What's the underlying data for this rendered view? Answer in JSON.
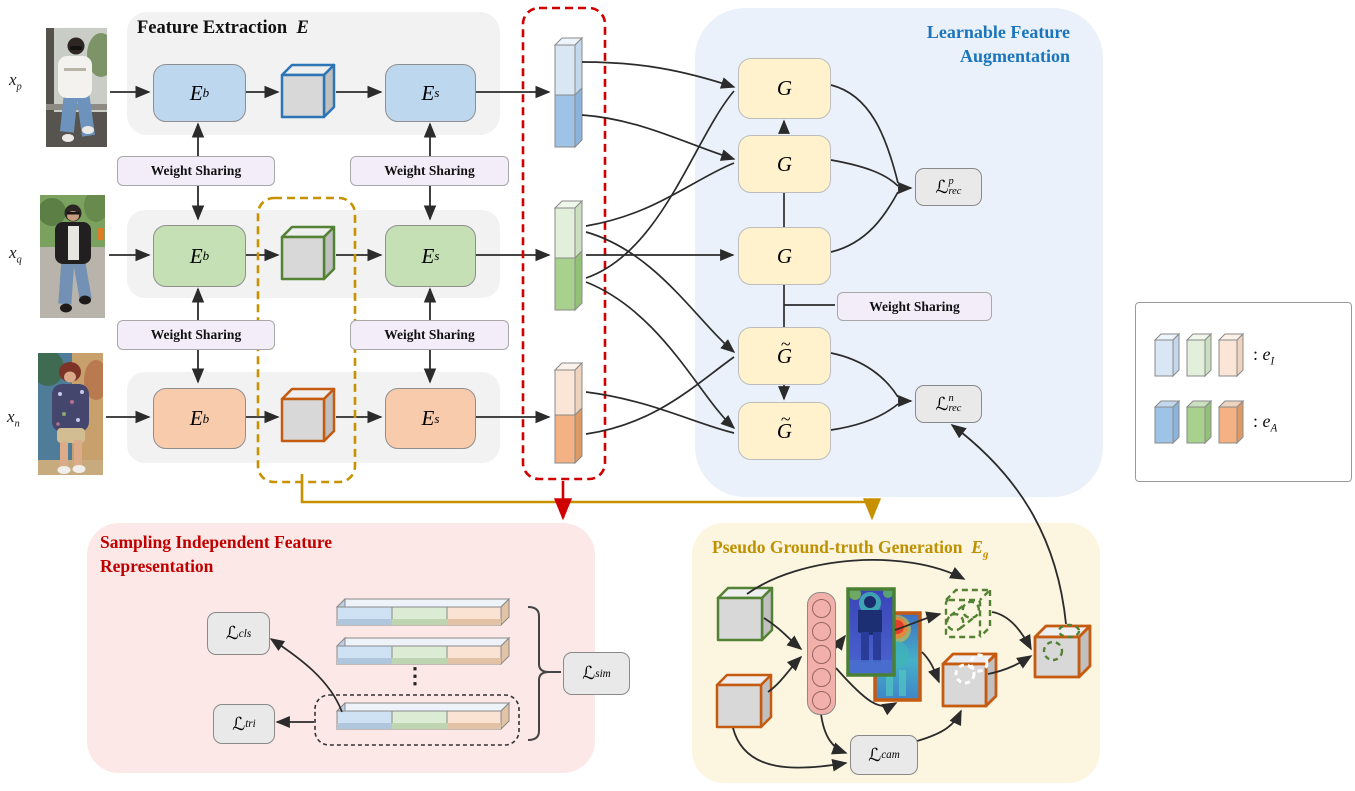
{
  "colors": {
    "accent_blue": "#1B75BC",
    "accent_red": "#C00000",
    "accent_gold": "#BF9000",
    "region_blue": "#EAF1FA",
    "region_pink": "#FCE9E7",
    "region_yellow": "#FCF5DF",
    "row_gray": "#F2F2F2",
    "encoder_blue": "#BDD7EE",
    "encoder_green": "#C5E0B4",
    "encoder_orange": "#F8CBAD",
    "generator_yellow": "#FFF2CC",
    "cube_blue": "#2E75B6",
    "cube_green": "#548235",
    "cube_orange": "#C55A11",
    "bar_blue_light": "#D9E7F5",
    "bar_blue_dark": "#9DC3E6",
    "bar_green_light": "#E2EFDA",
    "bar_green_dark": "#A9D18E",
    "bar_orange_light": "#FBE5D6",
    "bar_orange_dark": "#F4B183"
  },
  "feature_extraction": {
    "title_text": "Feature Extraction",
    "title_math": "E",
    "weight_sharing": "Weight Sharing",
    "encoders": {
      "backbone": {
        "main": "E",
        "sub": "b"
      },
      "specific": {
        "main": "E",
        "sub": "s"
      }
    },
    "inputs": [
      {
        "main": "x",
        "sub": "p"
      },
      {
        "main": "x",
        "sub": "q"
      },
      {
        "main": "x",
        "sub": "n"
      }
    ]
  },
  "augmentation": {
    "title_line1": "Learnable Feature",
    "title_line2": "Augmentation",
    "generator": "G",
    "tilde": "~",
    "weight_sharing": "Weight Sharing",
    "loss_rec_p": {
      "main": "ℒ",
      "sup": "p",
      "sub": "rec"
    },
    "loss_rec_n": {
      "main": "ℒ",
      "sup": "n",
      "sub": "rec"
    }
  },
  "sampling": {
    "title_line1": "Sampling Independent Feature",
    "title_line2": "Representation",
    "loss_cls": {
      "main": "ℒ",
      "sub": "cls"
    },
    "loss_tri": {
      "main": "ℒ",
      "sub": "tri"
    },
    "loss_sim": {
      "main": "ℒ",
      "sub": "sim"
    },
    "ellipsis": "⋮"
  },
  "pseudo_generation": {
    "title_text": "Pseudo Ground-truth Generation",
    "title_math": {
      "main": "E",
      "sub": "g"
    },
    "loss_cam": {
      "main": "ℒ",
      "sub": "cam"
    }
  },
  "legend": {
    "identity": {
      "prefix": ": ",
      "main": "e",
      "sub": "I"
    },
    "augmented": {
      "prefix": ": ",
      "main": "e",
      "sub": "A"
    }
  }
}
